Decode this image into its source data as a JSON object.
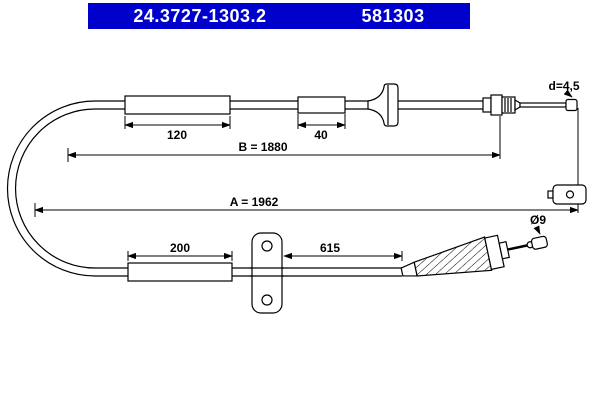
{
  "header": {
    "part_number": "24.3727-1303.2",
    "reference_number": "581303"
  },
  "diagram": {
    "dim_upper_sleeve": "120",
    "dim_upper_boot": "40",
    "dim_b": "B = 1880",
    "dim_a": "A = 1962",
    "dim_lower_sleeve": "200",
    "dim_lower_span": "615",
    "dim_end_diameter": "d=4,5",
    "dim_spring_diameter": "Ø9"
  },
  "colors": {
    "header_bg": "#0000cc",
    "line": "#000000",
    "canvas": "#ffffff"
  }
}
